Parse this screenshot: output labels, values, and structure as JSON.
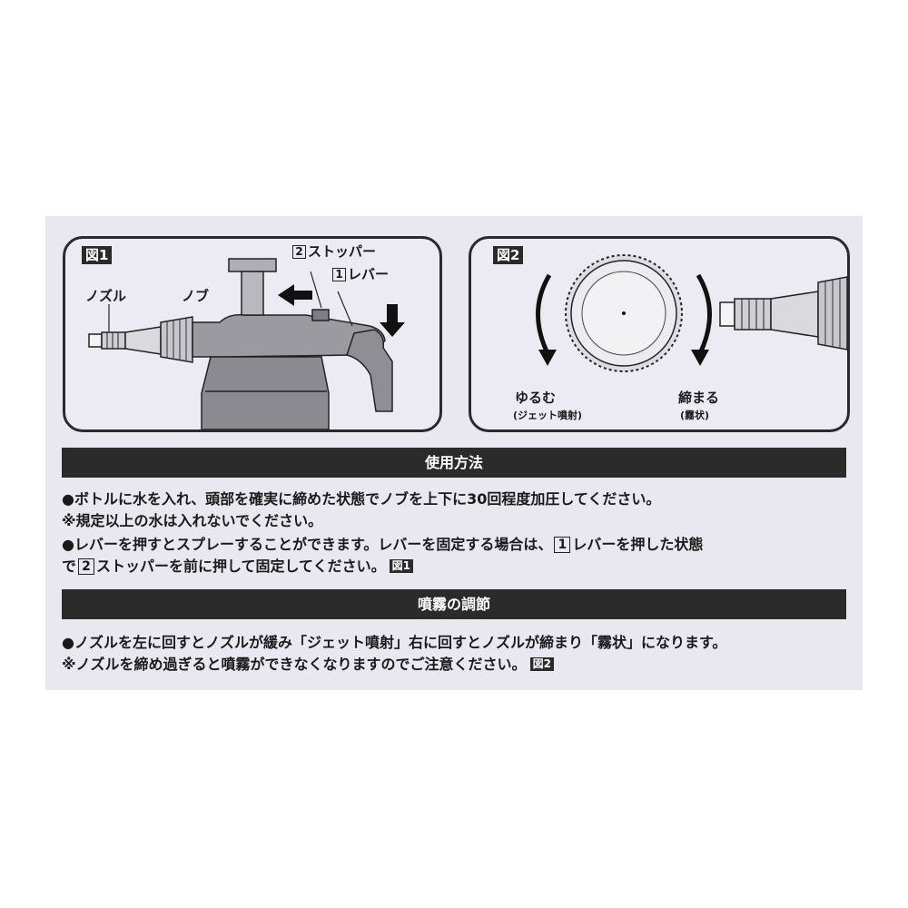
{
  "fig1": {
    "tag": "図1",
    "nozzle": "ノズル",
    "knob": "ノブ",
    "stopper_num": "2",
    "stopper": "ストッパー",
    "lever_num": "1",
    "lever": "レバー"
  },
  "fig2": {
    "tag": "図2",
    "loosen": "ゆるむ",
    "loosen_sub": "(ジェット噴射)",
    "tighten": "締まる",
    "tighten_sub": "(霧状)"
  },
  "usage": {
    "title": "使用方法",
    "line1": "●ボトルに水を入れ、頭部を確実に締めた状態でノブを上下に30回程度加圧してください。",
    "line2": "※規定以上の水は入れないでください。",
    "line3_a": "●レバーを押すとスプレーすることができます。レバーを固定する場合は、",
    "line3_num": "1",
    "line3_b": "レバーを押した状態",
    "line4_a": "で",
    "line4_num": "2",
    "line4_b": "ストッパーを前に押して固定してください。",
    "line4_ref": "図1"
  },
  "adjust": {
    "title": "噴霧の調節",
    "line1": "●ノズルを左に回すとノズルが緩み「ジェット噴射」右に回すとノズルが締まり「霧状」になります。",
    "line2": "※ノズルを締め過ぎると噴霧ができなくなりますのでご注意ください。",
    "line2_ref": "図2"
  }
}
